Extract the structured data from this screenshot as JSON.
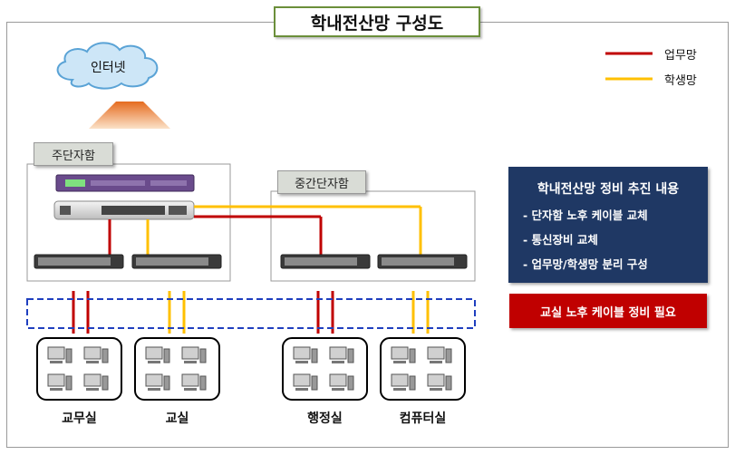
{
  "title": "학내전산망 구성도",
  "internet": "인터넷",
  "closets": {
    "main": "주단자함",
    "mid": "중간단자함"
  },
  "legend": [
    {
      "label": "업무망",
      "color": "#c00000"
    },
    {
      "label": "학생망",
      "color": "#ffc000"
    }
  ],
  "plan": {
    "title": "학내전산망 정비 추진 내용",
    "items": [
      "- 단자함 노후 케이블 교체",
      "- 통신장비 교체",
      "- 업무망/학생망 분리 구성"
    ]
  },
  "alert": "교실 노후 케이블 정비 필요",
  "rooms": [
    "교무실",
    "교실",
    "행정실",
    "컴퓨터실"
  ]
}
